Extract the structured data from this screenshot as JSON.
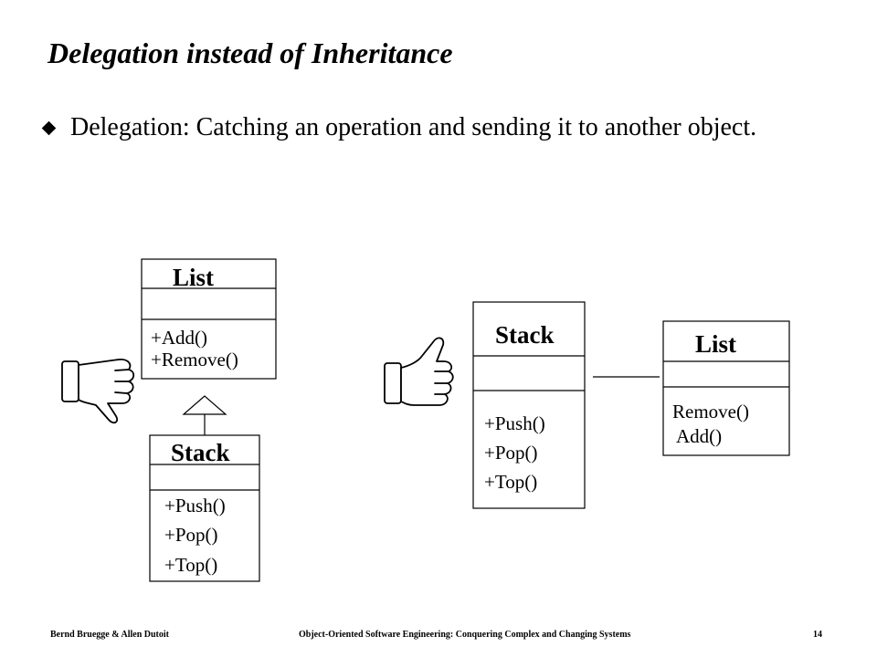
{
  "slide": {
    "title": "Delegation instead of Inheritance",
    "bullets": [
      {
        "icon": "diamond-bullet-icon",
        "text": "Delegation: Catching an operation and sending it to another object."
      }
    ]
  },
  "diagram": {
    "inheritance": {
      "superclass": {
        "name": "List",
        "operations": [
          "+Add()",
          "+Remove()"
        ]
      },
      "subclass": {
        "name": "Stack",
        "operations": [
          "+Push()",
          "+Pop()",
          "+Top()"
        ]
      },
      "verdict_icon": "thumbs-down-icon"
    },
    "delegation": {
      "client": {
        "name": "Stack",
        "operations": [
          "+Push()",
          "+Pop()",
          "+Top()"
        ]
      },
      "delegate": {
        "name": "List",
        "operations": [
          "Remove()",
          "Add()"
        ]
      },
      "verdict_icon": "thumbs-up-icon"
    }
  },
  "footer": {
    "authors": "Bernd Bruegge & Allen Dutoit",
    "book": "Object-Oriented Software Engineering: Conquering Complex and Changing Systems",
    "page": "14"
  }
}
